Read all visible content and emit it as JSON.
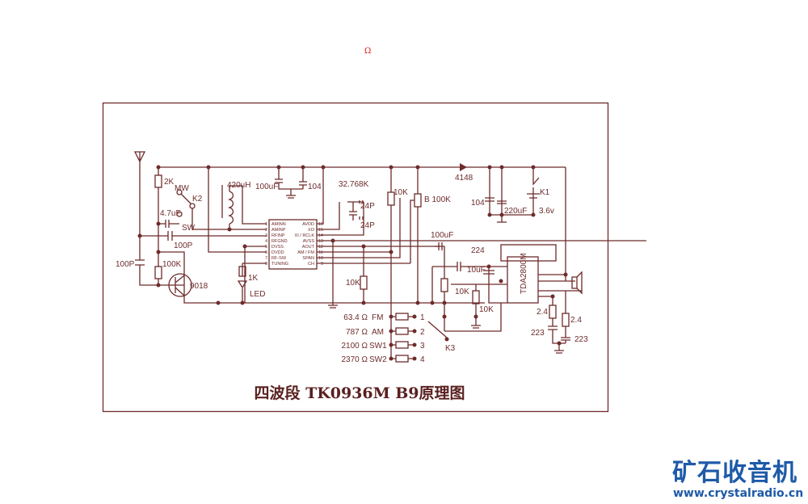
{
  "marker": "Ω",
  "title": "四波段 TK0936M B9原理图",
  "logo": {
    "name": "矿石收音机",
    "url": "www.crystalradio.cn"
  },
  "components": {
    "r_2k": "2K",
    "sw_mw": "MW",
    "sw_k2": "K2",
    "cap_47u": "4.7uF",
    "sw_sw": "SW",
    "cap_100p_a": "100P",
    "cap_100p_b": "100P",
    "r_100k": "100K",
    "transistor": "9018",
    "inductor": "420uH",
    "cap_100u_a": "100uF",
    "cap_104_a": "104",
    "r_1k": "1K",
    "led": "LED",
    "crystal": "32.768K",
    "cap_24p_a": "24P",
    "cap_24p_b": "24P",
    "r_10k_a": "10K",
    "pot_b100k": "B 100K",
    "diode": "4148",
    "cap_104_b": "104",
    "cap_220u": "220uF",
    "sw_k1": "K1",
    "battery": "3.6v",
    "cap_100u_b": "100uF",
    "cap_224": "224",
    "cap_10u": "10uF",
    "amp": "TDA2800M",
    "r_10k_b": "10K",
    "pot_10k": "10K",
    "r_10k_c": "10K",
    "r_24_a": "2.4",
    "r_24_b": "2.4",
    "cap_223_a": "223",
    "cap_223_b": "223",
    "sw_k3": "K3"
  },
  "ic": {
    "left_pins": [
      {
        "n": "1",
        "name": "AMINN"
      },
      {
        "n": "2",
        "name": "AMINP"
      },
      {
        "n": "3",
        "name": "RFINP"
      },
      {
        "n": "4",
        "name": "RFGND"
      },
      {
        "n": "5",
        "name": "DVSS"
      },
      {
        "n": "6",
        "name": "DVDD"
      },
      {
        "n": "7",
        "name": "RF-SW"
      },
      {
        "n": "8",
        "name": "TUNING"
      }
    ],
    "right_pins": [
      {
        "n": "16",
        "name": "AVDD"
      },
      {
        "n": "15",
        "name": "XO"
      },
      {
        "n": "14",
        "name": "XI / RCLK"
      },
      {
        "n": "13",
        "name": "AVSS"
      },
      {
        "n": "12",
        "name": "AOUT"
      },
      {
        "n": "11",
        "name": "AM / FM"
      },
      {
        "n": "10",
        "name": "SPAN"
      },
      {
        "n": "9",
        "name": "CH"
      }
    ]
  },
  "bands": [
    {
      "res": "63.4 Ω",
      "band": "FM",
      "pos": "1"
    },
    {
      "res": "787 Ω",
      "band": "AM",
      "pos": "2"
    },
    {
      "res": "2100 Ω",
      "band": "SW1",
      "pos": "3"
    },
    {
      "res": "2370 Ω",
      "band": "SW2",
      "pos": "4"
    }
  ]
}
